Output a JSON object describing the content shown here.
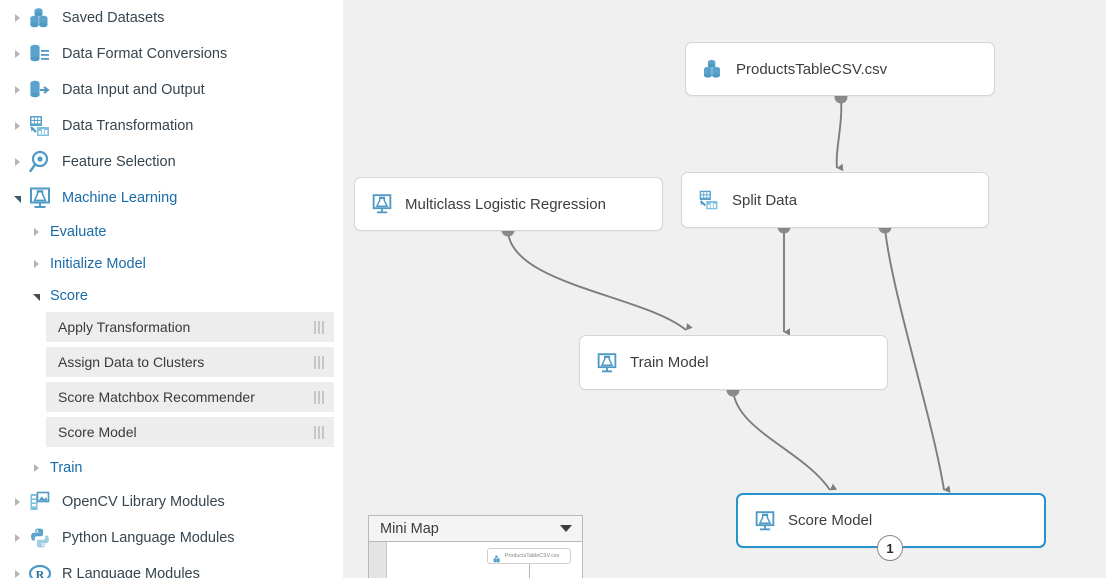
{
  "sidebar": {
    "categories": [
      {
        "label": "Saved Datasets",
        "icon": "datasets-icon",
        "expanded": false
      },
      {
        "label": "Data Format Conversions",
        "icon": "data-format-conversions-icon",
        "expanded": false
      },
      {
        "label": "Data Input and Output",
        "icon": "data-input-output-icon",
        "expanded": false
      },
      {
        "label": "Data Transformation",
        "icon": "data-transformation-icon",
        "expanded": false
      },
      {
        "label": "Feature Selection",
        "icon": "feature-selection-icon",
        "expanded": false
      },
      {
        "label": "Machine Learning",
        "icon": "machine-learning-icon",
        "expanded": true
      }
    ],
    "ml_groups": [
      {
        "label": "Evaluate",
        "expanded": false
      },
      {
        "label": "Initialize Model",
        "expanded": false
      },
      {
        "label": "Score",
        "expanded": true
      },
      {
        "label": "Train",
        "expanded": false
      }
    ],
    "score_modules": [
      {
        "label": "Apply Transformation"
      },
      {
        "label": "Assign Data to Clusters"
      },
      {
        "label": "Score Matchbox Recommender"
      },
      {
        "label": "Score Model"
      }
    ],
    "bottom_categories": [
      {
        "label": "OpenCV Library Modules",
        "icon": "opencv-icon"
      },
      {
        "label": "Python Language Modules",
        "icon": "python-icon"
      },
      {
        "label": "R Language Modules",
        "icon": "r-icon"
      }
    ]
  },
  "canvas": {
    "nodes": [
      {
        "id": "dataset",
        "label": "ProductsTableCSV.csv",
        "icon": "dataset-icon",
        "selected": false,
        "badge": null
      },
      {
        "id": "mlr",
        "label": "Multiclass Logistic Regression",
        "icon": "model-icon",
        "selected": false,
        "badge": null
      },
      {
        "id": "split",
        "label": "Split Data",
        "icon": "split-icon",
        "selected": false,
        "badge": null
      },
      {
        "id": "train",
        "label": "Train Model",
        "icon": "model-icon",
        "selected": false,
        "badge": null
      },
      {
        "id": "score",
        "label": "Score Model",
        "icon": "model-icon",
        "selected": true,
        "badge": "1"
      }
    ]
  },
  "minimap": {
    "title": "Mini Map",
    "toggle_icon": "chevron-down-icon",
    "node_label": "ProductsTableCSV.csv"
  },
  "colors": {
    "accent": "#1a6ba8",
    "selection": "#2792ce",
    "icon_blue": "#4f9ac4",
    "canvas_bg": "#f0f0f0",
    "module_bg": "#ededed",
    "edge": "#7d7d7d"
  }
}
